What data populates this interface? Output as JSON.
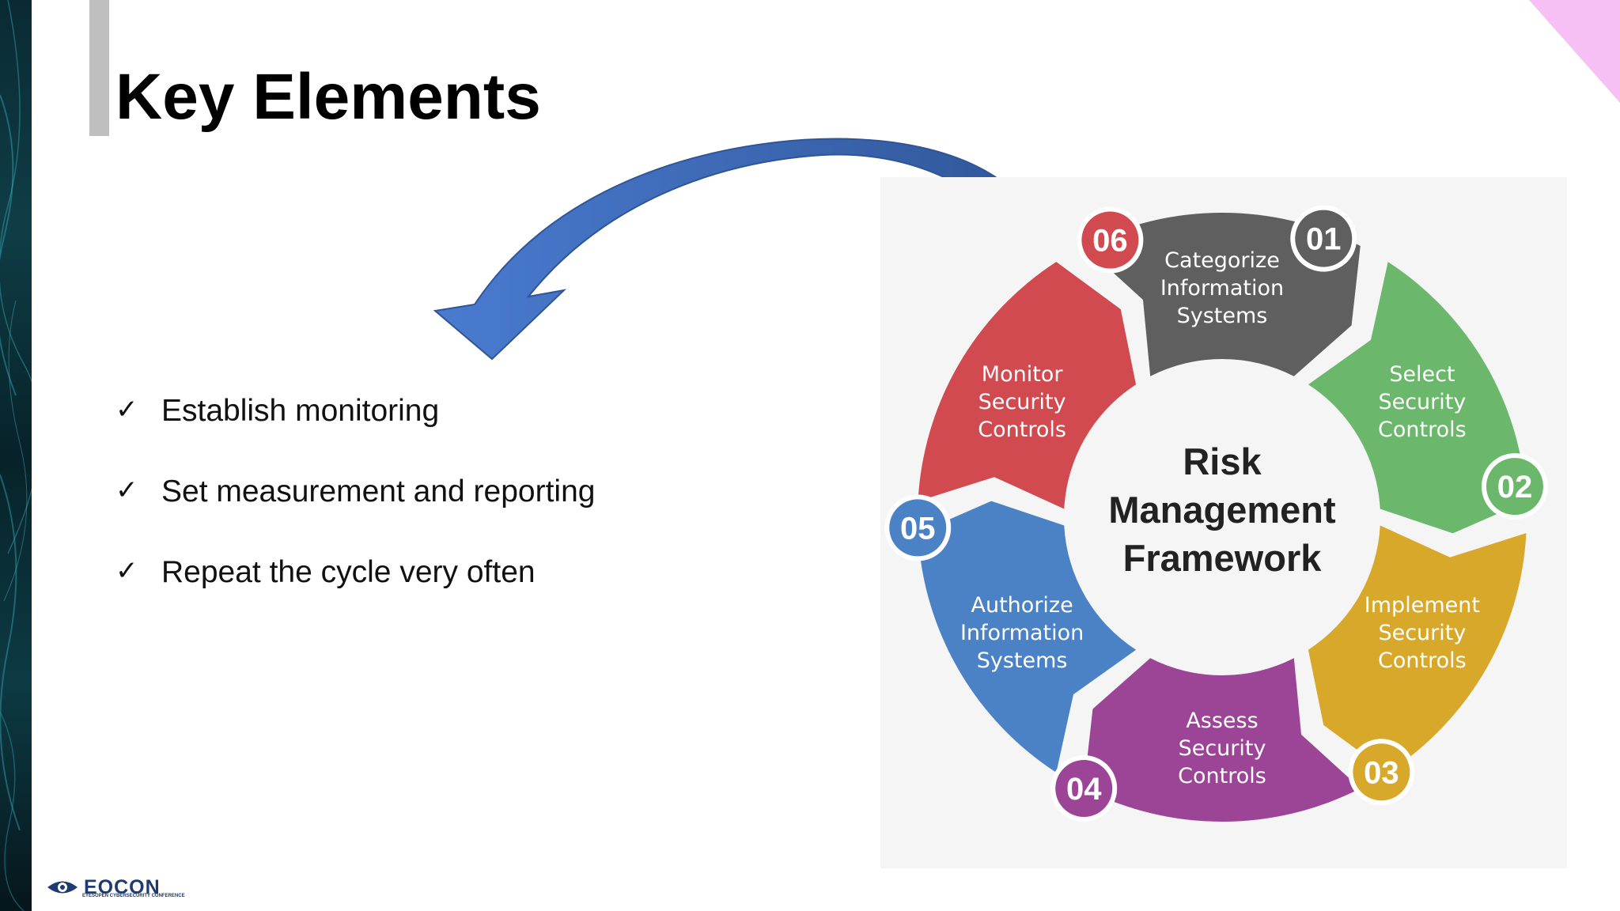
{
  "slide": {
    "title": "Key Elements",
    "bullets": [
      {
        "mark": "✓",
        "text": "Establish monitoring"
      },
      {
        "mark": "✓",
        "text": "Set measurement and reporting"
      },
      {
        "mark": "✓",
        "text": "Repeat the cycle very often"
      }
    ]
  },
  "diagram": {
    "center": [
      "Risk",
      "Management",
      "Framework"
    ],
    "steps": [
      {
        "num": "01",
        "lines": [
          "Categorize",
          "Information",
          "Systems"
        ],
        "color": "#5f5f5f"
      },
      {
        "num": "02",
        "lines": [
          "Select",
          "Security",
          "Controls"
        ],
        "color": "#6bb76c"
      },
      {
        "num": "03",
        "lines": [
          "Implement",
          "Security",
          "Controls"
        ],
        "color": "#d8a82b"
      },
      {
        "num": "04",
        "lines": [
          "Assess",
          "Security",
          "Controls"
        ],
        "color": "#9c4496"
      },
      {
        "num": "05",
        "lines": [
          "Authorize",
          "Information",
          "Systems"
        ],
        "color": "#4b82c6"
      },
      {
        "num": "06",
        "lines": [
          "Monitor",
          "Security",
          "Controls"
        ],
        "color": "#d04a50"
      }
    ]
  },
  "footer": {
    "logo_text": "EOCON",
    "logo_sub": "EYESOPEN CYBERSECURITY CONFERENCE"
  },
  "colors": {
    "arrow": "#4472c4",
    "title_accent": "#bfbfbf",
    "corner": "#f7c0f5"
  }
}
